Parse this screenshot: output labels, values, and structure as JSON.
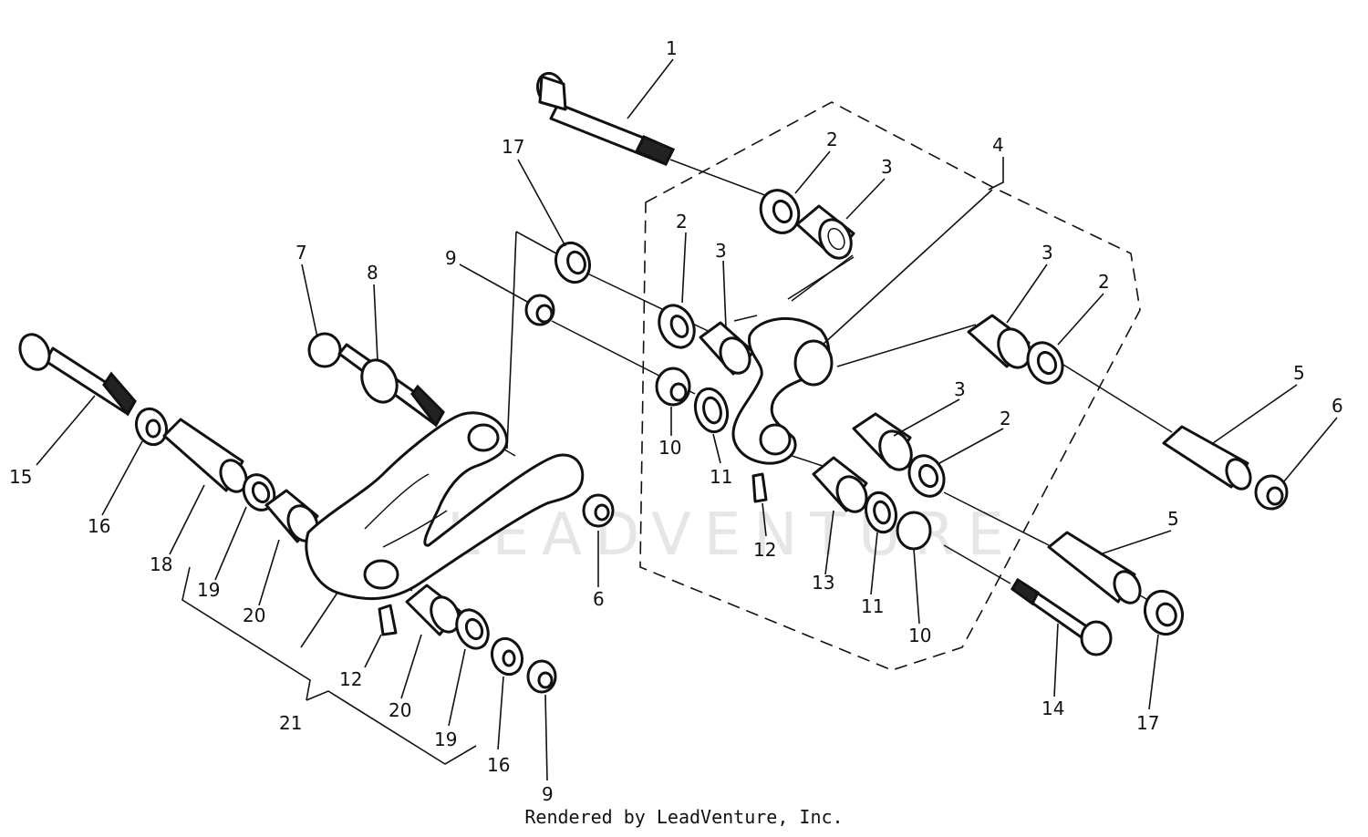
{
  "watermark": "LEADVENTURE",
  "footer": "Rendered by LeadVenture, Inc.",
  "callouts": {
    "c1": "1",
    "c2a": "2",
    "c2b": "2",
    "c2c": "2",
    "c2d": "2",
    "c3a": "3",
    "c3b": "3",
    "c3c": "3",
    "c3d": "3",
    "c4": "4",
    "c5a": "5",
    "c5b": "5",
    "c6a": "6",
    "c6b": "6",
    "c7": "7",
    "c8": "8",
    "c9a": "9",
    "c9b": "9",
    "c10a": "10",
    "c10b": "10",
    "c11a": "11",
    "c11b": "11",
    "c12a": "12",
    "c12b": "12",
    "c13": "13",
    "c14": "14",
    "c15": "15",
    "c16a": "16",
    "c16b": "16",
    "c17a": "17",
    "c17b": "17",
    "c18": "18",
    "c19a": "19",
    "c19b": "19",
    "c20a": "20",
    "c20b": "20",
    "c21": "21"
  }
}
